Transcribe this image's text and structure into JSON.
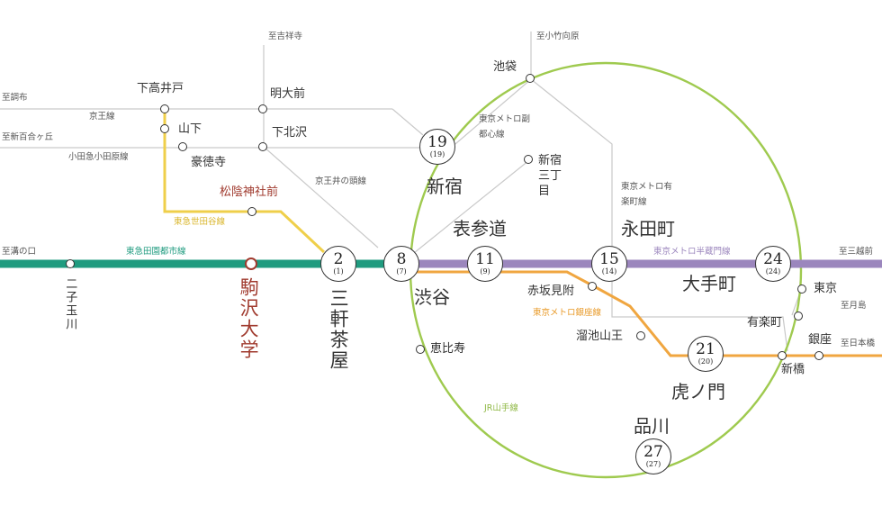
{
  "lines": {
    "denentoshi": "東急田園都市線",
    "hanzomon": "東京メトロ半蔵門線",
    "setagaya": "東急世田谷線",
    "ginza": "東京メトロ銀座線",
    "yamanote": "JR山手線",
    "keio": "京王線",
    "odakyu": "小田急小田原線",
    "inokashira": "京王井の頭線",
    "fukutoshin": "東京メトロ副都心線",
    "yurakucho": "東京メトロ有楽町線"
  },
  "directions": {
    "mizonokuchi": "至溝の口",
    "mitsukoshimae": "至三越前",
    "kichijoji": "至吉祥寺",
    "kotakemukaihara": "至小竹向原",
    "chofu": "至調布",
    "shinyurigaoka": "至新百合ヶ丘",
    "tsukishima": "至月島",
    "nihonbashi": "至日本橋"
  },
  "stations": {
    "futakotamagawa": "二子玉川",
    "komazawa": "駒沢大学",
    "sangenjaya": "三軒茶屋",
    "shibuya": "渋谷",
    "omotesando": "表参道",
    "nagatacho": "永田町",
    "otemachi": "大手町",
    "shinjuku": "新宿",
    "shinjuku_sanchome": "新宿三丁目",
    "ikebukuro": "池袋",
    "shimotakaido": "下高井戸",
    "yamashita": "山下",
    "gotokuji": "豪徳寺",
    "meidaimae": "明大前",
    "shimokitazawa": "下北沢",
    "shoinjinja": "松陰神社前",
    "akasakamitsuke": "赤坂見附",
    "tameikesanno": "溜池山王",
    "toranomon": "虎ノ門",
    "shinagawa": "品川",
    "ebisu": "恵比寿",
    "tokyo": "東京",
    "yurakucho": "有楽町",
    "ginza": "銀座",
    "shimbashi": "新橋"
  },
  "times": {
    "sangenjaya": {
      "main": "2",
      "sub": "(1)"
    },
    "shibuya": {
      "main": "8",
      "sub": "(7)"
    },
    "omotesando": {
      "main": "11",
      "sub": "(9)"
    },
    "nagatacho": {
      "main": "15",
      "sub": "(14)"
    },
    "otemachi": {
      "main": "24",
      "sub": "(24)"
    },
    "shinjuku": {
      "main": "19",
      "sub": "(19)"
    },
    "toranomon": {
      "main": "21",
      "sub": "(20)"
    },
    "shinagawa": {
      "main": "27",
      "sub": "(27)"
    }
  },
  "colors": {
    "denentoshi": "#1f9b7f",
    "hanzomon": "#9b86bd",
    "setagaya": "#efcf4a",
    "ginza": "#f0a640",
    "yamanote": "#9fca4f",
    "thin": "#c8c8c8",
    "highlight": "#a03a2e"
  }
}
